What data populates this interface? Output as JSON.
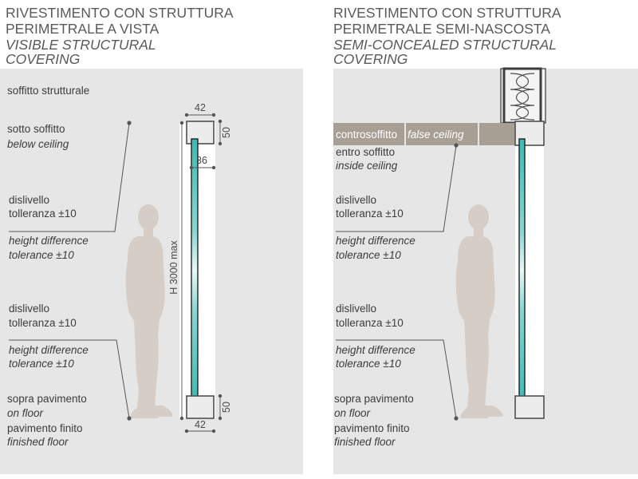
{
  "left_panel": {
    "title_line1": "RIVESTIMENTO CON STRUTTURA",
    "title_line2": "PERIMETRALE A VISTA",
    "title_en_line1": "VISIBLE STRUCTURAL",
    "title_en_line2": "COVERING",
    "soffitto": "soffitto strutturale",
    "sotto_soffitto": "sotto soffitto",
    "below_ceiling": "below ceiling",
    "dislivello_top": "dislivello",
    "tolleranza_top": "tolleranza ±10",
    "height_diff_top": "height difference",
    "tolerance_top": "tolerance ±10",
    "dislivello_bottom": "dislivello",
    "tolleranza_bottom": "tolleranza ±10",
    "height_diff_bottom": "height difference",
    "tolerance_bottom": "tolerance ±10",
    "sopra_pavimento": "sopra pavimento",
    "on_floor": "on floor",
    "pavimento_finito": "pavimento finito",
    "finished_floor": "finished floor",
    "dim_top_width": "42",
    "dim_top_height": "50",
    "dim_glass": "36",
    "dim_height": "H 3000 max",
    "dim_bottom_height": "50",
    "dim_bottom_width": "42"
  },
  "right_panel": {
    "title_line1": "RIVESTIMENTO CON STRUTTURA",
    "title_line2": "PERIMETRALE SEMI-NASCOSTA",
    "title_en_line1": "SEMI-CONCEALED STRUCTURAL",
    "title_en_line2": "COVERING",
    "controsoffitto": "controsoffitto",
    "false_ceiling": "false ceiling",
    "entro_soffitto": "entro soffitto",
    "inside_ceiling": "inside ceiling",
    "dislivello_top": "dislivello",
    "tolleranza_top": "tolleranza ±10",
    "height_diff_top": "height difference",
    "tolerance_top": "tolerance ±10",
    "dislivello_bottom": "dislivello",
    "tolleranza_bottom": "tolleranza ±10",
    "height_diff_bottom": "height difference",
    "tolerance_bottom": "tolerance ±10",
    "sopra_pavimento": "sopra pavimento",
    "on_floor": "on floor",
    "pavimento_finito": "pavimento finito",
    "finished_floor": "finished floor"
  },
  "colors": {
    "background_band": "#e6e6e6",
    "false_ceiling": "#a89f94",
    "silhouette": "#d6cec6",
    "glass": "#3fb9b3",
    "frame": "#505050"
  }
}
